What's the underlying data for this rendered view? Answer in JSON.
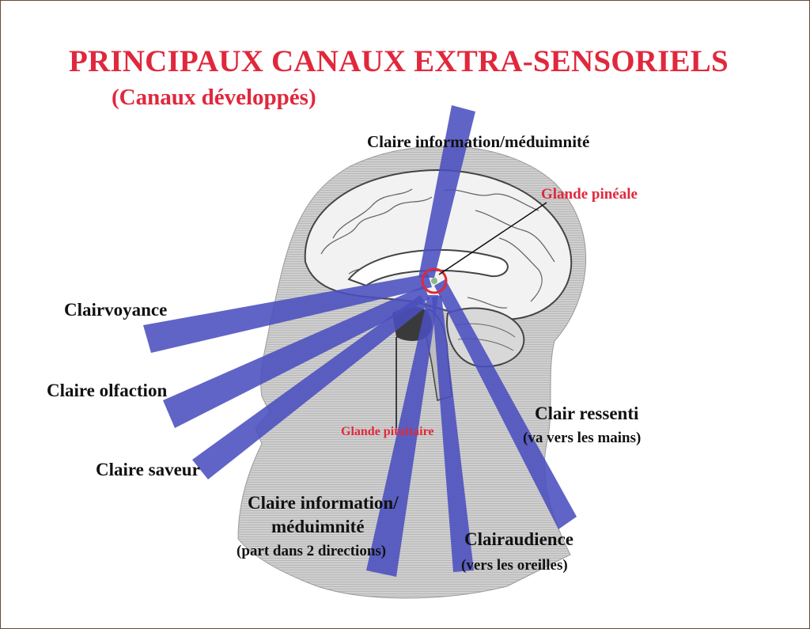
{
  "title": "PRINCIPAUX CANAUX EXTRA-SENSORIELS",
  "subtitle": "(Canaux développés)",
  "colors": {
    "title": "#e0283c",
    "channel": "#4a4fbf",
    "text": "#111111",
    "head": "#c9c9c9"
  },
  "labels": {
    "top_channel": "Claire information/méduimnité",
    "pineal": "Glande pinéale",
    "pituitary": "Glande pituitaire",
    "clairvoyance": "Clairvoyance",
    "olfaction": "Claire olfaction",
    "saveur": "Claire saveur",
    "info_bottom_1": "Claire information/",
    "info_bottom_2": "méduimnité",
    "info_bottom_3": "(part dans 2 directions)",
    "ressenti_1": "Clair ressenti",
    "ressenti_2": "(va vers les mains)",
    "audience_1": "Clairaudience",
    "audience_2": "(vers les oreilles)"
  }
}
